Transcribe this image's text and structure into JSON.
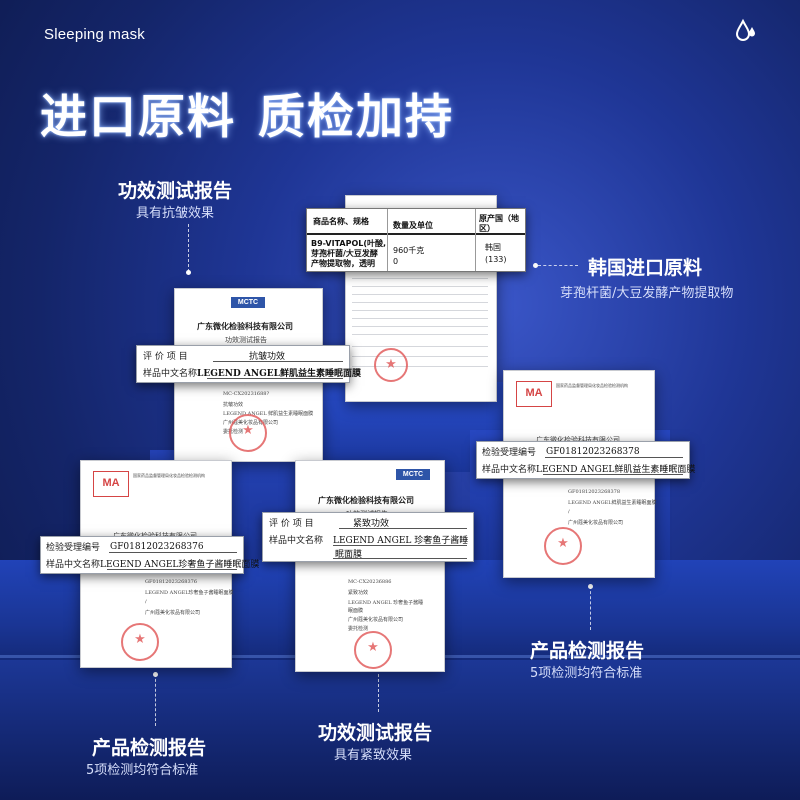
{
  "brand": "Sleeping mask",
  "headline": {
    "part1": "进口原料",
    "part2": "质检加持"
  },
  "callouts": {
    "top_left": {
      "title": "功效测试报告",
      "sub": "具有抗皱效果"
    },
    "right_top": {
      "title": "韩国进口原料",
      "sub": "芽孢杆菌/大豆发酵产物提取物"
    },
    "right_bottom": {
      "title": "产品检测报告",
      "sub": "5项检测均符合标准"
    },
    "bottom_left": {
      "title": "产品检测报告",
      "sub": "5项检测均符合标准"
    },
    "bottom_center": {
      "title": "功效测试报告",
      "sub": "具有紧致效果"
    }
  },
  "korea_table": {
    "h1": "商品名称、规格",
    "h2": "数量及单位",
    "h3": "原产国（地",
    "h3b": "区）",
    "r1": "B9-VITAPOL(叶酸,",
    "r2": "芽孢杆菌/大豆发酵",
    "r3": "产物提取物，透明",
    "qty": "960千克",
    "qty2": "0",
    "origin": "韩国",
    "origin2": "(133)"
  },
  "doc_left_eff": {
    "logo": "MCTC",
    "company": "广东微化检验科技有限公司",
    "report": "功效测试报告",
    "label1": "评 价 项 目",
    "value1": "抗皱功效",
    "label2": "样品中文名称",
    "value2": "LEGEND ANGEL鲜肌益生素睡眠面膜",
    "small1": "MC-CX20231688?",
    "small2": "抗皱功效",
    "small3": "LEGEND ANGEL 鲜肌益生素睡眠面膜",
    "small4": "广州蔻美化妆品有限公司",
    "small5": "委托检测"
  },
  "doc_center_eff": {
    "logo": "MCTC",
    "company": "广东微化检验科技有限公司",
    "report": "功效测试报告",
    "label1": "评 价 项 目",
    "value1": "紧致功效",
    "label2": "样品中文名称",
    "value2a": "LEGEND ANGEL 珍奢鱼子酱睡",
    "value2b": "眠面膜",
    "small1": "MC-CX20236886",
    "small2": "紧致功效",
    "small3": "LEGEND ANGEL 珍奢鱼子酱睡",
    "small3b": "眠面膜",
    "small4": "广州蔻美化妆品有限公司",
    "small5": "委托检测"
  },
  "doc_left_prod": {
    "cma": "MA",
    "top": "国家药品监督管理局化妆品检验检测机构",
    "company": "广东微化检验科技有限公司",
    "label1": "检验受理编号",
    "value1": "GF01812023268376",
    "label2": "样品中文名称",
    "value2": "LEGEND ANGEL珍奢鱼子酱睡眠面膜",
    "small1": "GF01812023268376",
    "small2": "LEGEND ANGEL珍奢鱼子酱睡眠面膜",
    "small3": "/",
    "small4": "广州蔻美化妆品有限公司"
  },
  "doc_right_prod": {
    "cma": "MA",
    "top": "国家药品监督管理局化妆品检验检测机构",
    "company": "广东微化检验科技有限公司",
    "label1": "检验受理编号",
    "value1": "GF01812023268378",
    "label2": "样品中文名称",
    "value2": "LEGEND ANGEL鲜肌益生素睡眠面膜",
    "small1": "GF01812023268378",
    "small2": "LEGEND ANGEL鲜肌益生素睡眠面膜",
    "small3": "/",
    "small4": "广州蔻美化妆品有限公司"
  },
  "colors": {
    "bg_dark": "#0c1745",
    "bg_light": "#3a56c8",
    "podium": "#1d3aa8",
    "stamp": "#e05555"
  }
}
